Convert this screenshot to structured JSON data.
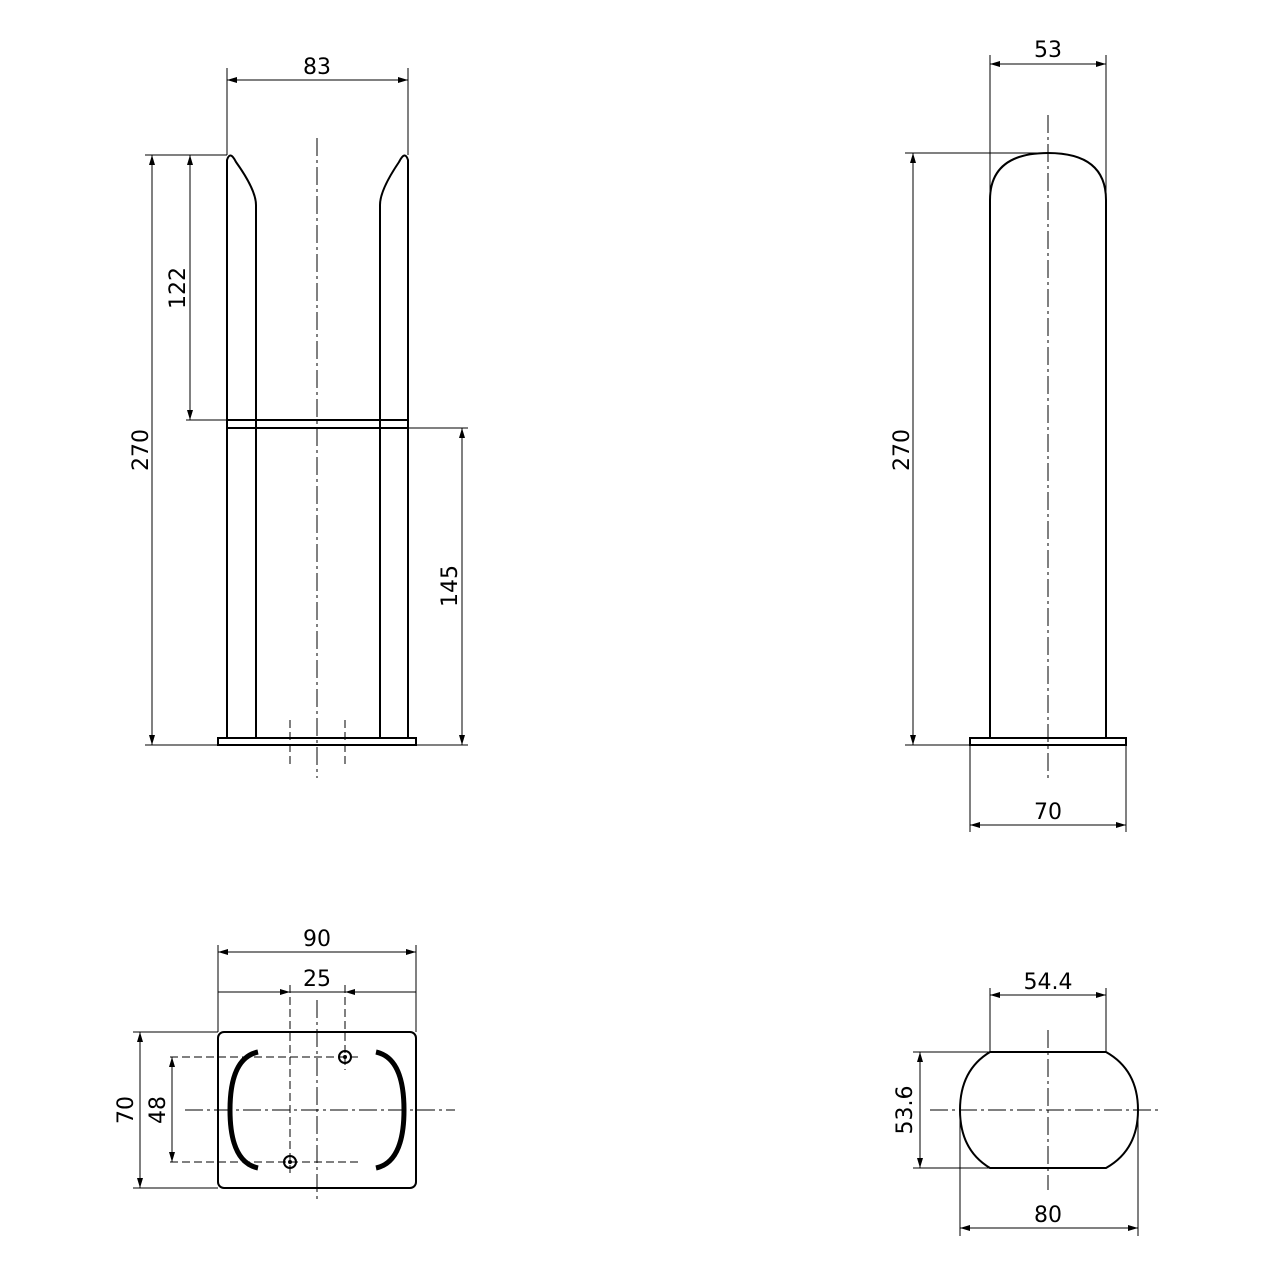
{
  "front_view": {
    "width": "83",
    "upper_height": "122",
    "total_height": "270",
    "lower_height": "145"
  },
  "side_view": {
    "top_width": "53",
    "total_height": "270",
    "base_width": "70"
  },
  "base_plate_view": {
    "width": "90",
    "hole_spacing_x": "25",
    "depth": "70",
    "hole_spacing_y": "48"
  },
  "section_view": {
    "flat_width": "54.4",
    "height": "53.6",
    "width": "80"
  }
}
